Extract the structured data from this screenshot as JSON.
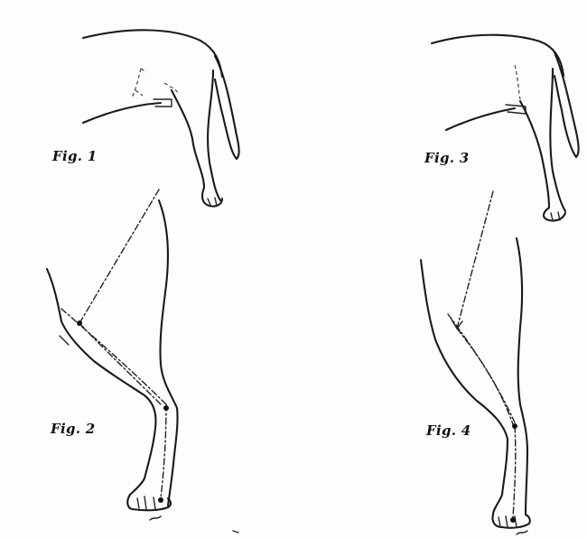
{
  "figures": [
    {
      "id": "fig1",
      "label": "Fig. 1"
    },
    {
      "id": "fig2",
      "label": "Fig. 2"
    },
    {
      "id": "fig3",
      "label": "Fig. 3"
    },
    {
      "id": "fig4",
      "label": "Fig. 4"
    }
  ]
}
